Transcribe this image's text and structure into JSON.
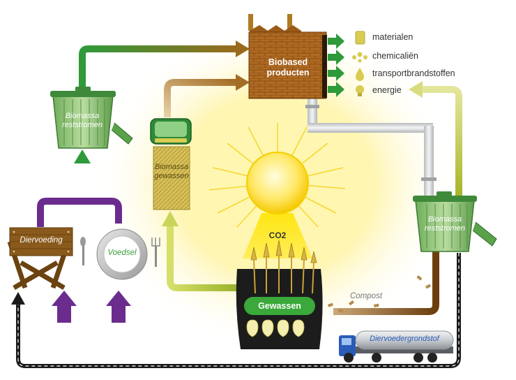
{
  "factory": {
    "line1": "Biobased",
    "line2": "producten"
  },
  "outputs": [
    {
      "label": "materialen",
      "icon": "cube-icon"
    },
    {
      "label": "chemicaliën",
      "icon": "molecule-icon"
    },
    {
      "label": "transportbrandstoffen",
      "icon": "drop-icon"
    },
    {
      "label": "energie",
      "icon": "bulb-icon"
    }
  ],
  "bin_left": {
    "line1": "Biomassa",
    "line2": "reststromen"
  },
  "bin_right": {
    "line1": "Biomassa",
    "line2": "reststromen"
  },
  "harvester": {
    "line1": "Biomassa",
    "line2": "gewassen"
  },
  "sun": {
    "label": "CO2"
  },
  "crops": {
    "label": "Gewassen"
  },
  "compost": {
    "label": "Compost"
  },
  "feed_station": {
    "label": "Diervoeding"
  },
  "food_plate": {
    "label": "Voedsel"
  },
  "truck": {
    "label": "Diervoedergrondstof"
  },
  "colors": {
    "green": "#2e9a3a",
    "olive": "#a8b52a",
    "purple": "#6b2c8e",
    "brown": "#7a4a12",
    "tan": "#caa06a",
    "gray_pipe": "#cfd2d4",
    "black": "#1a1a1a",
    "sun_yellow": "#ffe84a"
  }
}
